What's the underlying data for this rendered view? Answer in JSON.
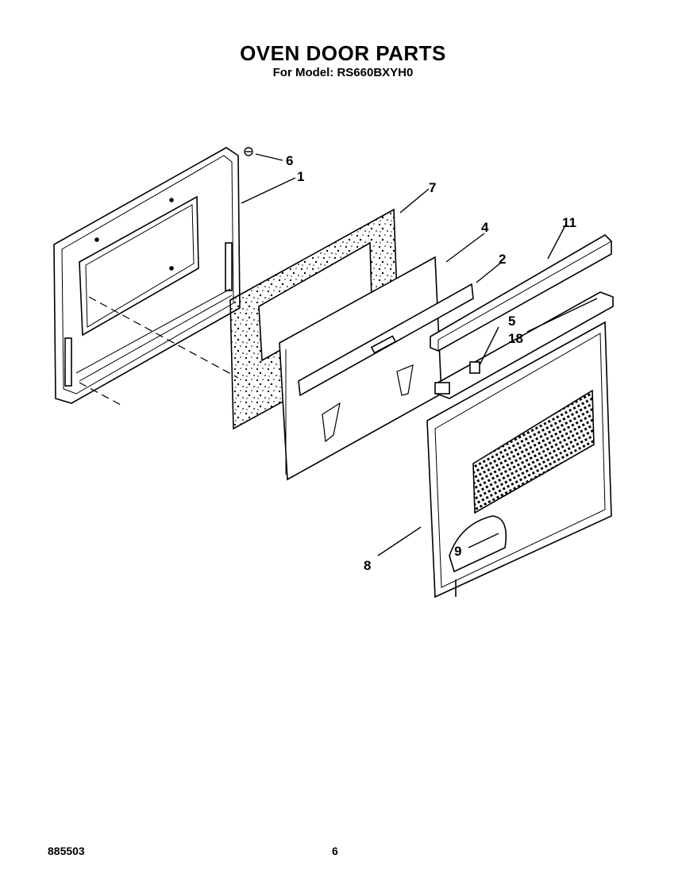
{
  "header": {
    "title": "OVEN DOOR PARTS",
    "model_line": "For Model: RS660BXYH0"
  },
  "footer": {
    "doc_number": "885503",
    "page_number": "6"
  },
  "callouts": [
    "6",
    "1",
    "7",
    "4",
    "2",
    "11",
    "5",
    "18",
    "9",
    "8"
  ]
}
